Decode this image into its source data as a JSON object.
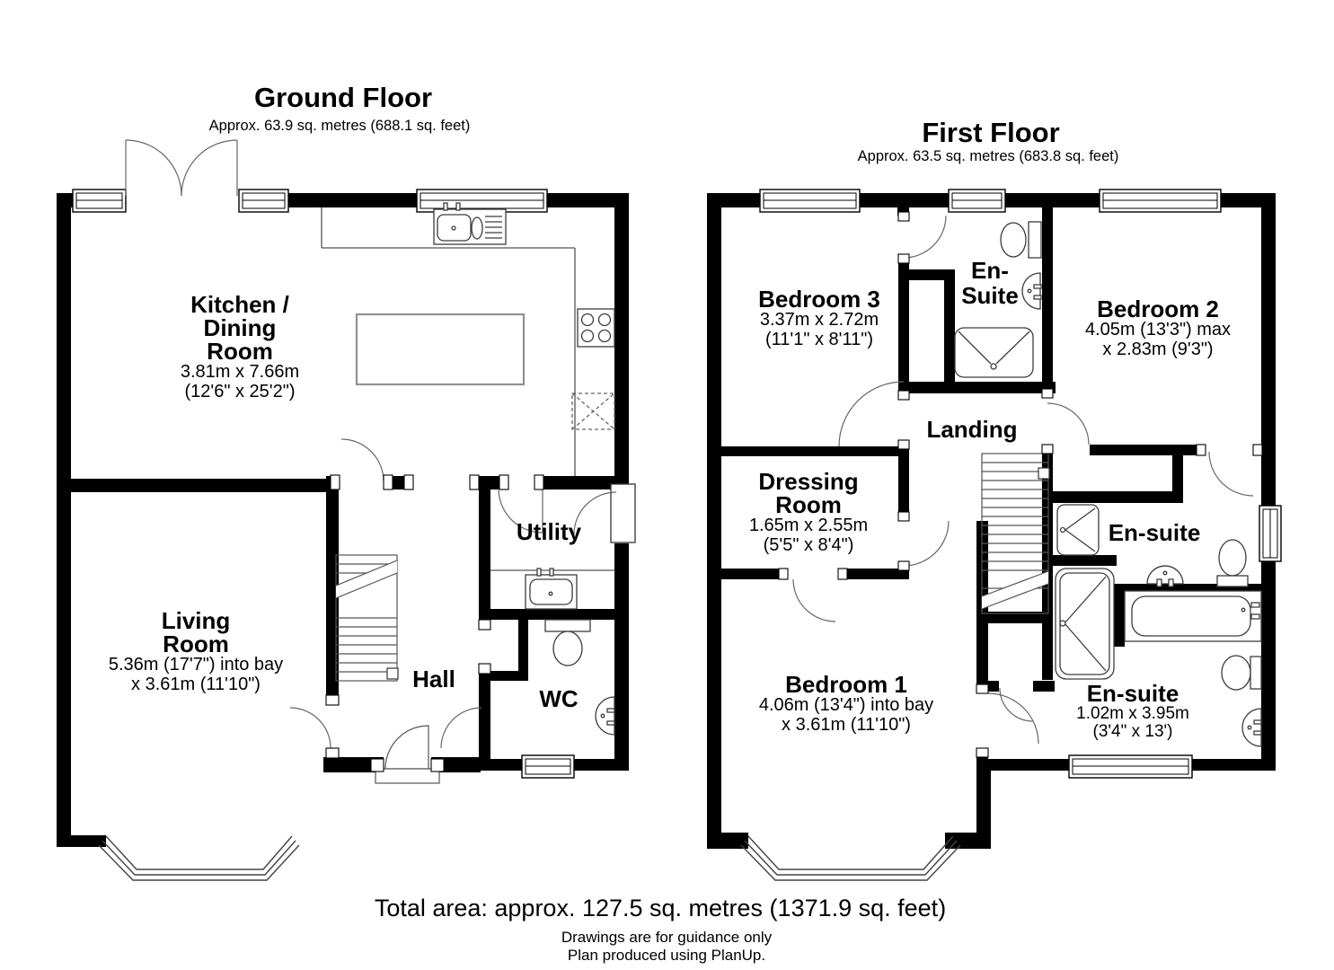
{
  "ground": {
    "title": "Ground Floor",
    "area": "Approx. 63.9 sq. metres (688.1 sq. feet)",
    "rooms": {
      "kitchen": {
        "name": [
          "Kitchen /",
          "Dining",
          "Room"
        ],
        "dims": [
          "3.81m x 7.66m",
          "(12'6\" x 25'2\")"
        ]
      },
      "living": {
        "name": [
          "Living",
          "Room"
        ],
        "dims": [
          "5.36m (17'7\") into bay",
          "x 3.61m (11'10\")"
        ]
      },
      "utility": {
        "name": "Utility"
      },
      "hall": {
        "name": "Hall"
      },
      "wc": {
        "name": "WC"
      }
    }
  },
  "first": {
    "title": "First Floor",
    "area": "Approx. 63.5 sq. metres (683.8 sq. feet)",
    "rooms": {
      "bedroom3": {
        "name": "Bedroom 3",
        "dims": [
          "3.37m x 2.72m",
          "(11'1\" x 8'11\")"
        ]
      },
      "ensuite_top": {
        "name": [
          "En-",
          "Suite"
        ]
      },
      "bedroom2": {
        "name": "Bedroom 2",
        "dims": [
          "4.05m (13'3\") max",
          "x 2.83m (9'3\")"
        ]
      },
      "landing": {
        "name": "Landing"
      },
      "dressing": {
        "name": [
          "Dressing",
          "Room"
        ],
        "dims": [
          "1.65m x 2.55m",
          "(5'5\" x 8'4\")"
        ]
      },
      "bedroom1": {
        "name": "Bedroom 1",
        "dims": [
          "4.06m (13'4\") into bay",
          "x 3.61m (11'10\")"
        ]
      },
      "ensuite_mid": {
        "name": "En-suite"
      },
      "ensuite_bottom": {
        "name": "En-suite",
        "dims": [
          "1.02m x 3.95m",
          "(3'4\" x 13')"
        ]
      }
    }
  },
  "footer": {
    "total": "Total area: approx. 127.5 sq. metres (1371.9 sq. feet)",
    "note1": "Drawings are for guidance only",
    "note2": "Plan produced using PlanUp."
  }
}
